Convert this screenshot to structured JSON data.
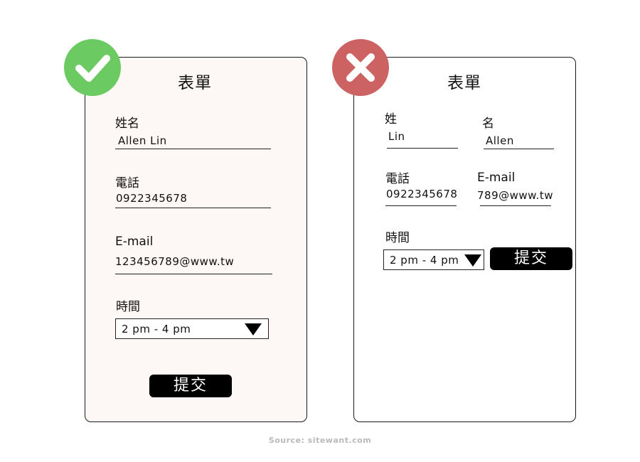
{
  "good_form": {
    "badge": "check-icon",
    "title": "表單",
    "name_label": "姓名",
    "name_value": "Allen Lin",
    "phone_label": "電話",
    "phone_value": "0922345678",
    "email_label": "E-mail",
    "email_value": "123456789@www.tw",
    "time_label": "時間",
    "time_value": "2 pm - 4 pm",
    "submit_label": "提交"
  },
  "bad_form": {
    "badge": "cross-icon",
    "title": "表單",
    "last_name_label": "姓",
    "last_name_value": "Lin",
    "first_name_label": "名",
    "first_name_value": "Allen",
    "phone_label": "電話",
    "phone_value": "0922345678",
    "email_label": "E-mail",
    "email_value": "789@www.tw",
    "time_label": "時間",
    "time_value": "2 pm - 4 pm",
    "submit_label": "提交"
  },
  "source": "Source: sitewant.com",
  "colors": {
    "good_badge": "#6bcb62",
    "bad_badge": "#cd6262",
    "good_card_bg": "#fdf7f6",
    "button_bg": "#000000"
  }
}
